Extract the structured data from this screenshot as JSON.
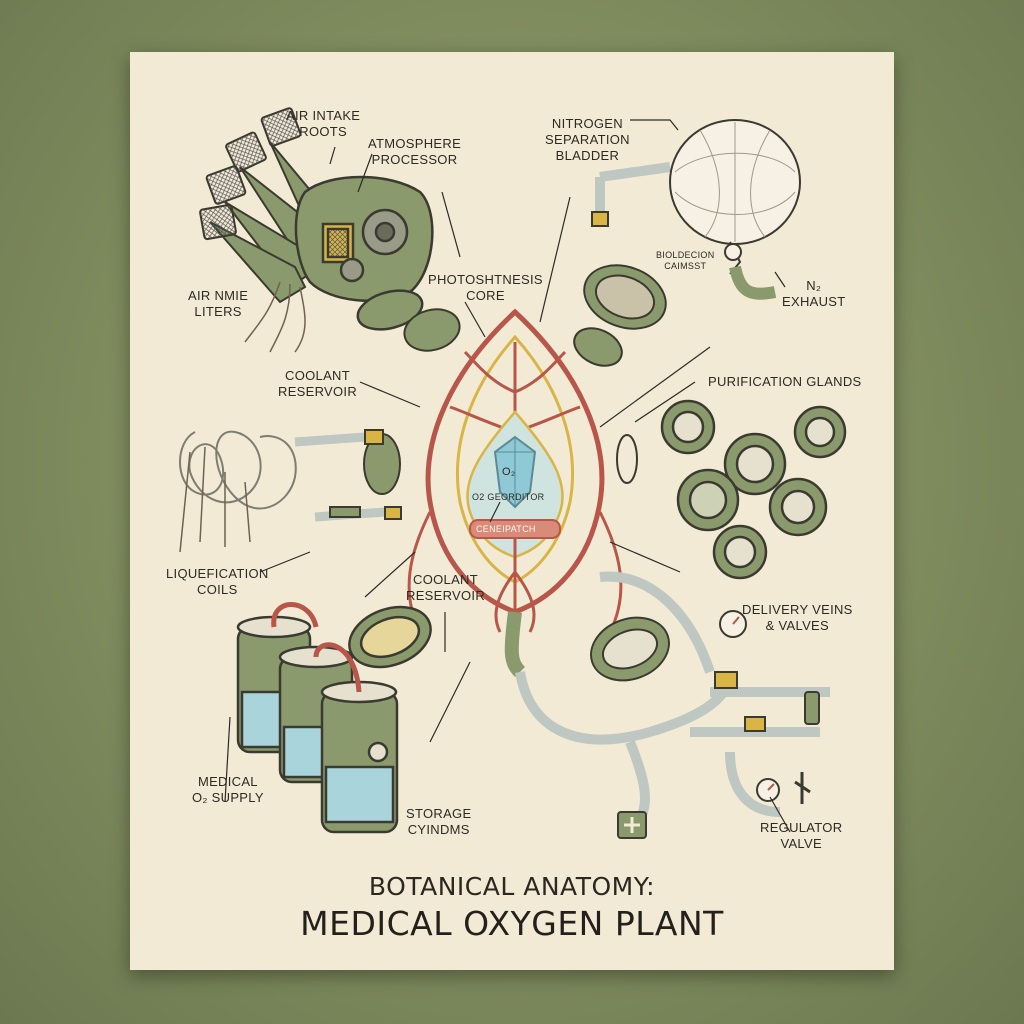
{
  "colors": {
    "paper": "#f3ead6",
    "background": "#7d8a5c",
    "organ_green": "#8b9a6c",
    "vein_red": "#b8564a",
    "vein_yellow": "#d8b545",
    "water_blue": "#a9d4dc",
    "ink": "#2d2a24"
  },
  "labels": {
    "air_intake_roots": [
      "AIR INTAKE",
      "ROOTS"
    ],
    "atmosphere_processor": [
      "ATMOSPHERE",
      "PROCESSOR"
    ],
    "nitrogen_separation_bladder": [
      "NITROGEN",
      "SEPARATION",
      "BLADDER"
    ],
    "biolecion_caimsst": [
      "BIOLDECION",
      "CAIMSST"
    ],
    "n2_exhaust": [
      "N₂",
      "EXHAUST"
    ],
    "air_nmie_liters": [
      "AIR NMIE",
      "LITERS"
    ],
    "photoshtnesis_core": [
      "PHOTOSHTNESIS",
      "CORE"
    ],
    "coolant_reservoir_top": [
      "COOLANT",
      "RESERVOIR"
    ],
    "purification_glands": [
      "PURIFICATION GLANDS"
    ],
    "o2_symbol": "O₂",
    "o2_generator": "O2 GEORDITOR",
    "generator_plate": "CENEIPATCH",
    "liquefication_coils": [
      "LIQUEFICATION",
      "COILS"
    ],
    "coolant_reservoir_bottom": [
      "COOLANT",
      "RESERVOIR"
    ],
    "delivery_veins_valves": [
      "DELIVERY VEINS",
      "& VALVES"
    ],
    "medical_o2_supply": [
      "MEDICAL",
      "O₂ SUPPLY"
    ],
    "storage_cylinders": [
      "STORAGE",
      "CYINDMS"
    ],
    "regulator_valve": [
      "REGULATOR",
      "VALVE"
    ]
  },
  "title": {
    "line1": "BOTANICAL ANATOMY:",
    "line2": "MEDICAL OXYGEN PLANT"
  },
  "icons": [
    "gear-icon",
    "medical-cross-icon",
    "pressure-gauge-icon",
    "crystal-icon"
  ]
}
